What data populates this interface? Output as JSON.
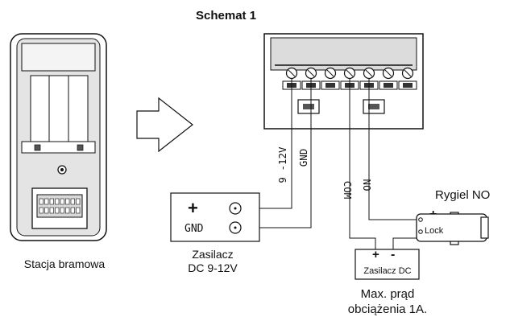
{
  "title": "Schemat 1",
  "gate_station": {
    "label": "Stacja bramowa"
  },
  "power_supply": {
    "plus_symbol": "+",
    "gnd_label": "GND",
    "caption_line1": "Zasilacz",
    "caption_line2": "DC 9-12V"
  },
  "terminal_wires": {
    "v_label": "9 -12V",
    "gnd_label": "GND",
    "com_label": "COM",
    "no_label": "NO"
  },
  "lock": {
    "title": "Rygiel NO",
    "label": "Lock",
    "plus_symbol": "+",
    "minus_symbol": "-"
  },
  "lock_supply": {
    "label": "Zasilacz DC",
    "plus_symbol": "+",
    "minus_symbol": "-",
    "note_line1": "Max. prąd",
    "note_line2": "obciążenia 1A."
  },
  "colors": {
    "line": "#111111",
    "background": "#ffffff"
  }
}
